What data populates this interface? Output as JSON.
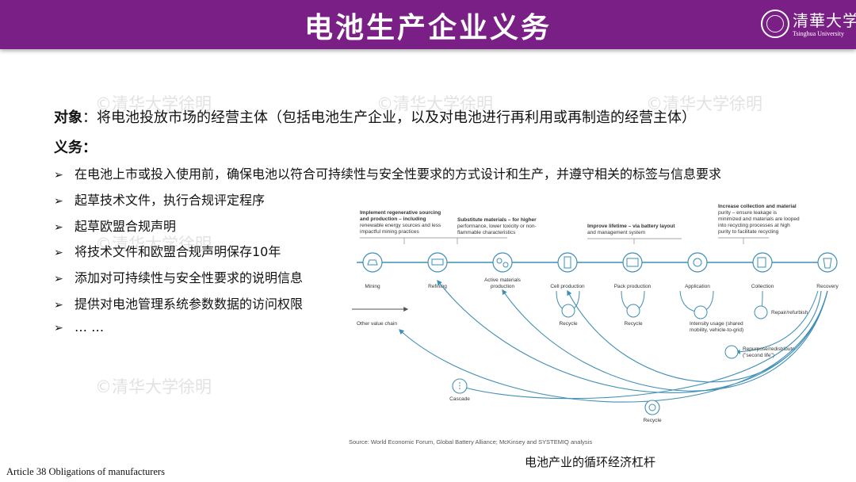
{
  "header": {
    "title": "电池生产企业义务",
    "logo_cn": "清華大学",
    "logo_en": "Tsinghua University"
  },
  "watermark": "©清华大学徐明",
  "target": {
    "label": "对象",
    "text": "：将电池投放市场的经营主体（包括电池生产企业，以及对电池进行再利用或再制造的经营主体）"
  },
  "duties": {
    "title": "义务：",
    "items": [
      "在电池上市或投入使用前，确保电池以符合可持续性与安全性要求的方式设计和生产，并遵守相关的标签与信息要求",
      "起草技术文件，执行合规评定程序",
      "起草欧盟合规声明",
      "将技术文件和欧盟合规声明保存10年",
      "添加对可持续性与安全性要求的说明信息",
      "提供对电池管理系统参数数据的访问权限",
      "… …"
    ]
  },
  "diagram": {
    "callouts": {
      "regen": {
        "bold": "Implement regenerative sourcing and production",
        "lines": [
          "Implement regenerative sourcing",
          "and production – including",
          "renewable energy sources and less",
          "impactful mining practices"
        ]
      },
      "subst": {
        "lines": [
          "Substitute materials – for higher",
          "performance, lower toxicity or non-",
          "flammable characteristics"
        ]
      },
      "life": {
        "lines": [
          "Improve lifetime – via battery layout",
          "and management system"
        ]
      },
      "collect": {
        "lines": [
          "Increase collection and material",
          "purity – ensure leakage is",
          "minimized and materials are looped",
          "into recycling processes at high",
          "purity to facilitate recycling"
        ]
      }
    },
    "stages": [
      "Mining",
      "Refining",
      "Active materials production",
      "Cell production",
      "Pack production",
      "Application",
      "Collection",
      "Recovery"
    ],
    "loops": {
      "recycle1": "Recycle",
      "recycle2": "Recycle",
      "intensity": "Intensity usage (shared mobility, vehicle-to-grid)",
      "repair": "Repair/refurbish",
      "repurpose": "Repurpose/redistribute (\"second life\")",
      "other_chain": "Other value chain",
      "cascade": "Cascade",
      "recycle_bottom": "Recycle"
    },
    "source": "Source: World Economic Forum, Global Battery Alliance; McKinsey and SYSTEMIQ analysis",
    "colors": {
      "line": "#3f8fb5",
      "text": "#333333",
      "header": "#7a1f85"
    }
  },
  "caption": "电池产业的循环经济杠杆",
  "article": "Article  38 Obligations  of  manufacturers"
}
